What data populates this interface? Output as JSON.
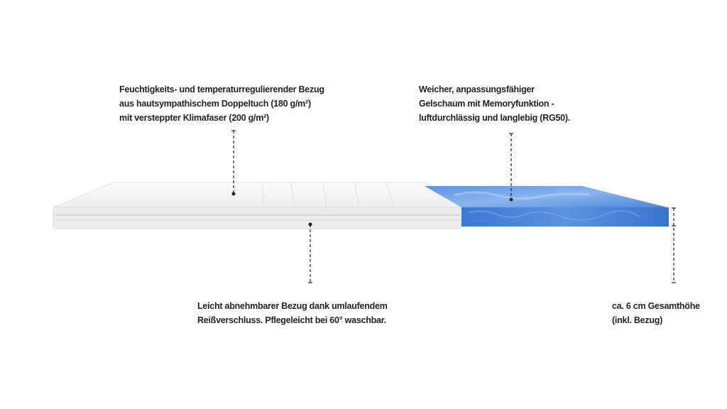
{
  "callouts": {
    "cover": {
      "lines": [
        "Feuchtigkeits- und temperaturregulierender Bezug",
        "aus hautsympathischem Doppeltuch (180 g/m²)",
        "mit versteppter Klimafaser (200 g/m²)"
      ]
    },
    "foam": {
      "lines": [
        "Weicher, anpassungsfähiger",
        "Gelschaum mit Memoryfunktion -",
        "luftdurchlässig und langlebig (RG50)."
      ]
    },
    "zipper": {
      "lines": [
        "Leicht abnehmbarer Bezug dank umlaufendem",
        "Reißverschluss. Pflegeleicht bei 60° waschbar."
      ]
    },
    "height": {
      "lines": [
        "ca. 6 cm Gesamthöhe",
        "(inkl. Bezug)"
      ]
    }
  },
  "colors": {
    "foam": "#3f7fd6",
    "cover": "#f4f4f4",
    "text": "#222222"
  }
}
